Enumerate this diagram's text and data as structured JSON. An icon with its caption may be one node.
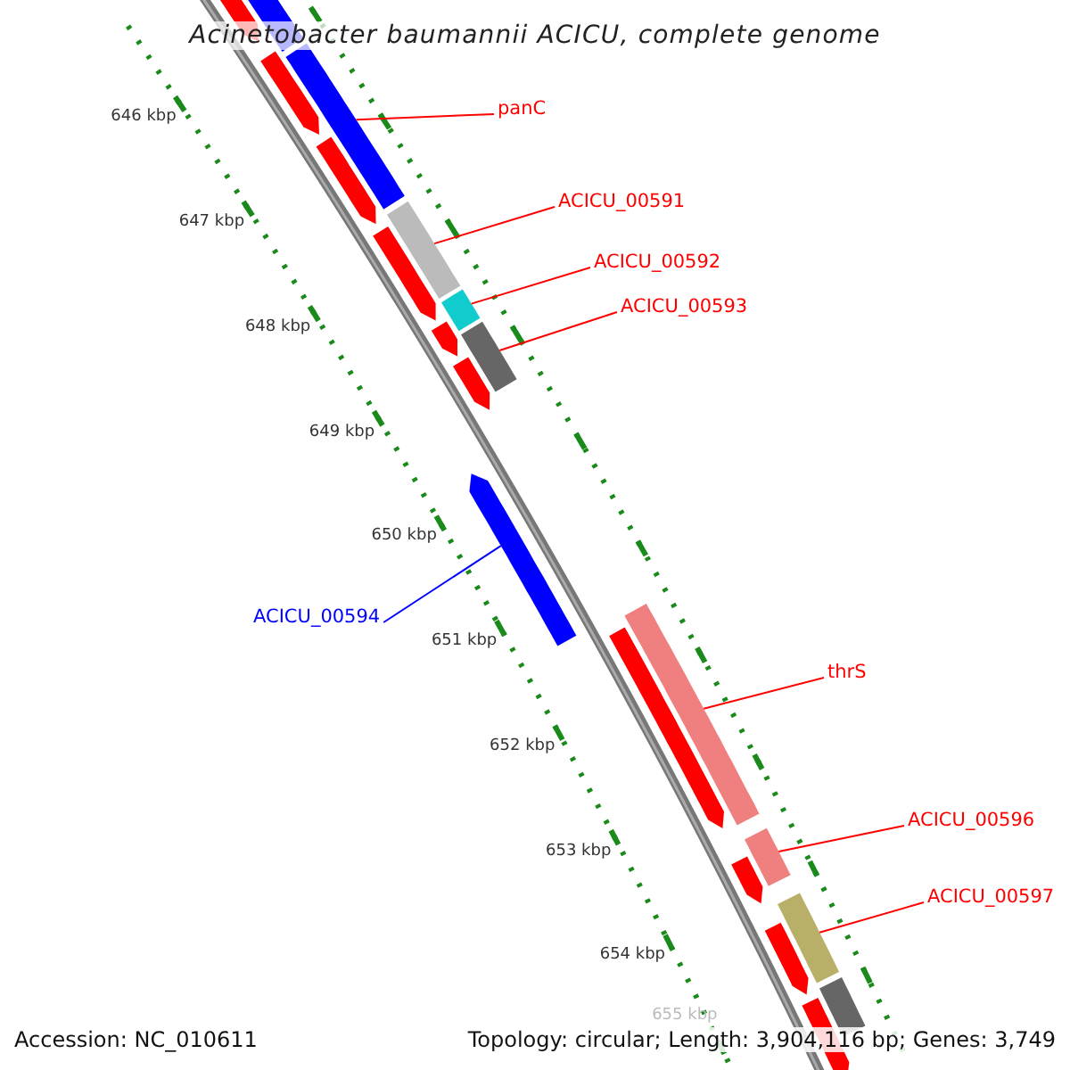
{
  "diagram": {
    "title": "Acinetobacter baumannii ACICU, complete genome",
    "nodes": [
      {
        "text": [
          "panC"
        ]
      },
      {
        "text": [
          "ACICU_00591"
        ]
      },
      {
        "text": [
          "ACICU_00592"
        ]
      },
      {
        "text": [
          "ACICU_00593"
        ]
      },
      {
        "text": [
          "ACICU_00594"
        ]
      },
      {
        "text": [
          "thrS"
        ]
      },
      {
        "text": [
          "ACICU_00596"
        ]
      },
      {
        "text": [
          "ACICU_00597"
        ]
      },
      {
        "text": [],
        "shape": "bar"
      },
      {
        "text": [],
        "shape": "bar"
      },
      {
        "text": [],
        "shape": "bar"
      },
      {
        "text": [],
        "shape": "bar"
      },
      {
        "text": [],
        "shape": "bar"
      },
      {
        "text": [],
        "shape": "bar"
      },
      {
        "text": [],
        "shape": "bar"
      },
      {
        "text": [],
        "shape": "bar"
      }
    ],
    "edges": [
      {
        "from": 0,
        "to": 8,
        "arrow": "none"
      },
      {
        "from": 1,
        "to": 9,
        "arrow": "none"
      },
      {
        "from": 2,
        "to": 10,
        "arrow": "none"
      },
      {
        "from": 3,
        "to": 11,
        "arrow": "none"
      },
      {
        "from": 4,
        "to": 12,
        "arrow": "none",
        "color": "#0000ff"
      },
      {
        "from": 5,
        "to": 13,
        "arrow": "none"
      },
      {
        "from": 6,
        "to": 14,
        "arrow": "none"
      },
      {
        "from": 7,
        "to": 15,
        "arrow": "none"
      }
    ],
    "labels": [
      "646 kbp",
      "647 kbp",
      "648 kbp",
      "649 kbp",
      "650 kbp",
      "651 kbp",
      "652 kbp",
      "653 kbp",
      "654 kbp",
      "655 kbp",
      "Accession: NC_010611",
      "Topology: circular; Length: 3,904,116 bp; Genes: 3,749"
    ]
  }
}
